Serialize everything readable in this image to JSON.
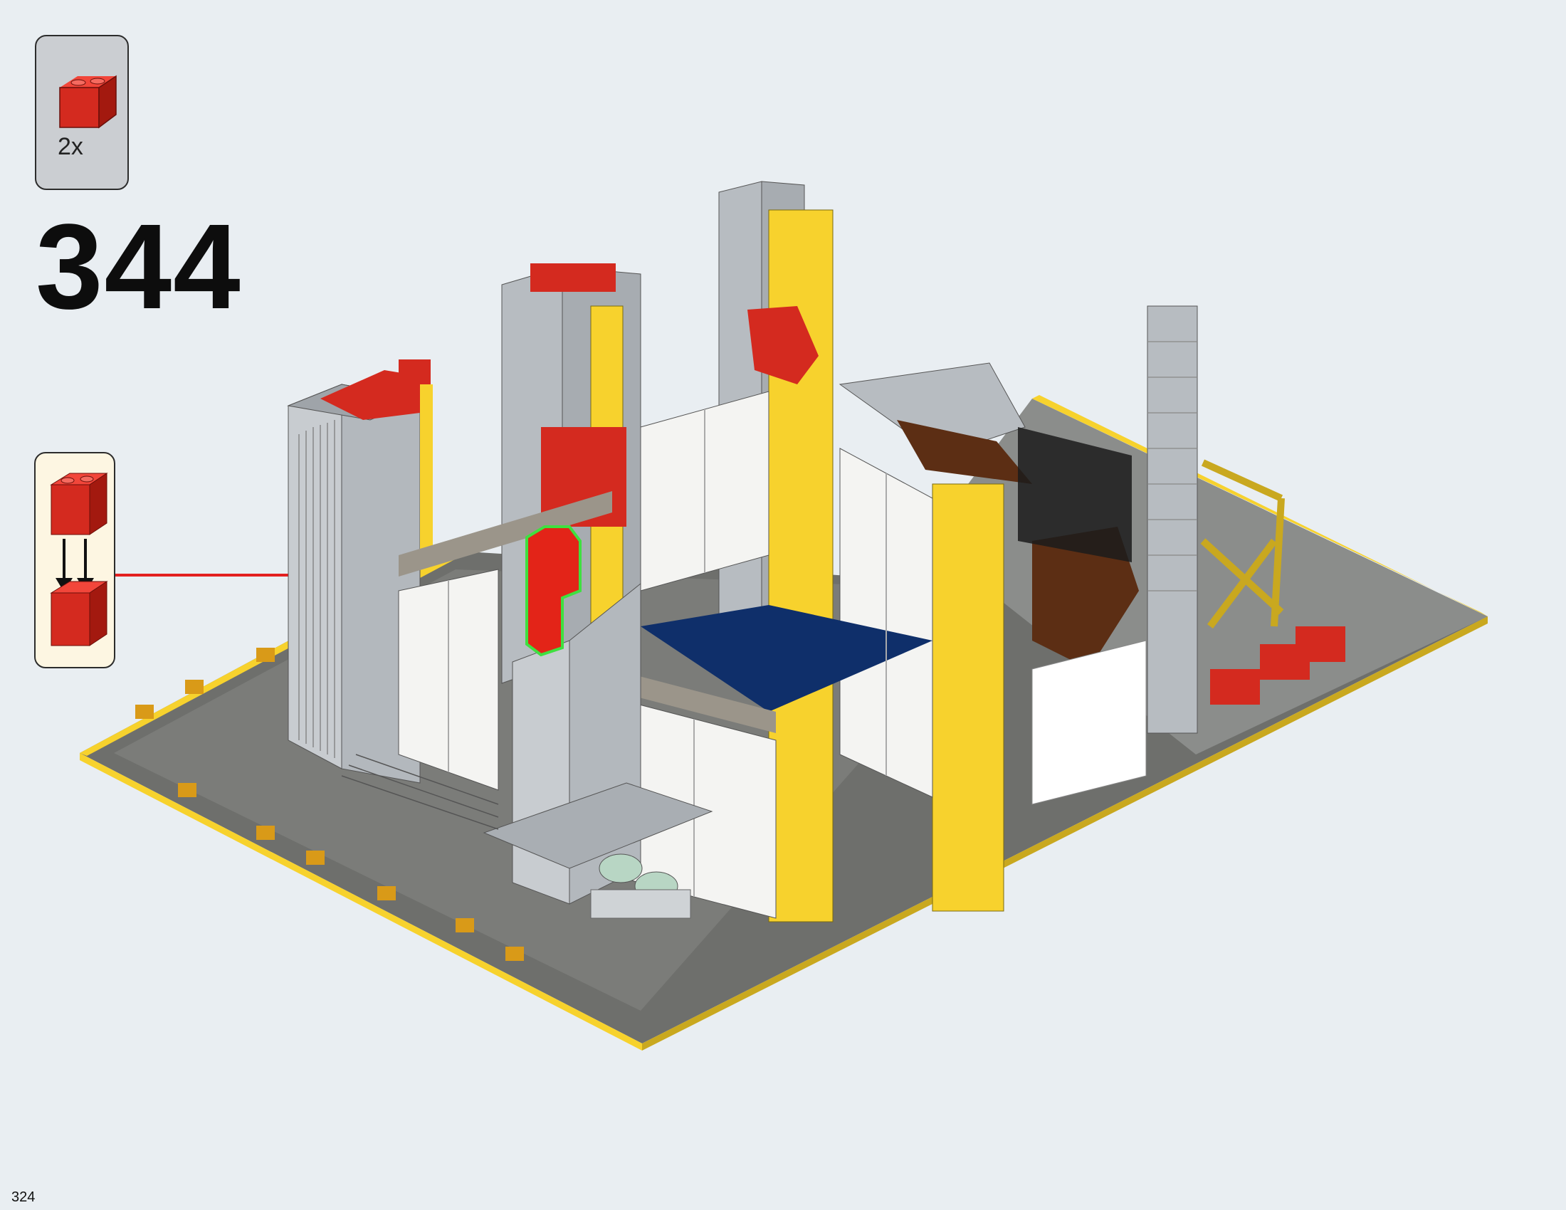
{
  "step": {
    "number": "344"
  },
  "parts_list": {
    "quantity": "2x",
    "part_icon": "red-2x2-brick-icon",
    "part_color": "#d42a1f"
  },
  "sub_assembly": {
    "icon": "stacked-bricks-icon"
  },
  "page": {
    "number": "324"
  },
  "colors": {
    "background": "#e9eef2",
    "brick_red": "#d42a1f",
    "technic_yellow": "#f7d22d",
    "light_gray": "#b7bcc1",
    "dark_gray": "#6e6f6c",
    "highlight_green": "#3fe040",
    "arrow_red": "#e32020"
  }
}
